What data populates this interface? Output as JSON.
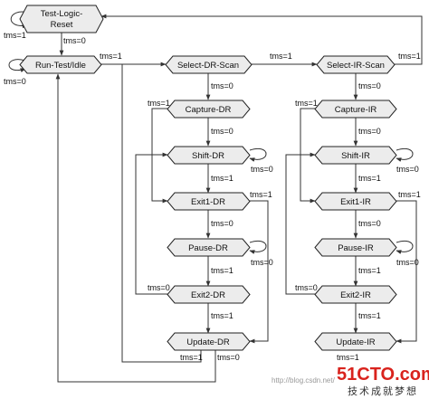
{
  "states": {
    "test_logic_reset_line1": "Test-Logic-",
    "test_logic_reset_line2": "Reset",
    "run_test_idle": "Run-Test/Idle",
    "select_dr_scan": "Select-DR-Scan",
    "select_ir_scan": "Select-IR-Scan",
    "capture_dr": "Capture-DR",
    "capture_ir": "Capture-IR",
    "shift_dr": "Shift-DR",
    "shift_ir": "Shift-IR",
    "exit1_dr": "Exit1-DR",
    "exit1_ir": "Exit1-IR",
    "pause_dr": "Pause-DR",
    "pause_ir": "Pause-IR",
    "exit2_dr": "Exit2-DR",
    "exit2_ir": "Exit2-IR",
    "update_dr": "Update-DR",
    "update_ir": "Update-IR"
  },
  "labels": {
    "tms0": "tms=0",
    "tms1": "tms=1"
  },
  "watermark": {
    "logo": "51CTO.com",
    "tagline": "技术成就梦想",
    "url": "http://blog.csdn.net/"
  }
}
